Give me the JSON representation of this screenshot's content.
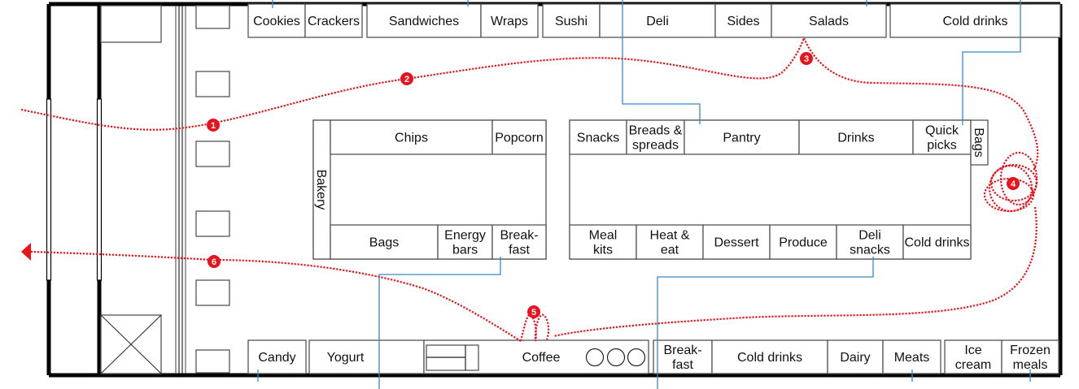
{
  "colors": {
    "path": "#e8131b",
    "leader": "#3a86c8",
    "wall": "#000000"
  },
  "top_shelf": [
    "Cookies",
    "Crackers",
    "Sandwiches",
    "Wraps",
    "Sushi",
    "Deli",
    "Sides",
    "Salads",
    "Cold drinks"
  ],
  "left_island": {
    "side_label": "Bakery",
    "top": [
      "Chips",
      "Popcorn"
    ],
    "bottom": [
      "Bags",
      "Energy bars",
      "Break- fast"
    ]
  },
  "right_island": {
    "top": [
      "Snacks",
      "Breads & spreads",
      "Pantry",
      "Drinks",
      "Quick picks"
    ],
    "end_cap": "Bags",
    "bottom": [
      "Meal kits",
      "Heat & eat",
      "Dessert",
      "Produce",
      "Deli snacks",
      "Cold drinks"
    ]
  },
  "bottom_shelf": [
    "Candy",
    "Yogurt",
    "Coffee",
    "Break- fast",
    "Cold drinks",
    "Dairy",
    "Meats",
    "Ice cream",
    "Frozen meals"
  ],
  "path_markers": [
    "1",
    "2",
    "3",
    "4",
    "5",
    "6"
  ]
}
